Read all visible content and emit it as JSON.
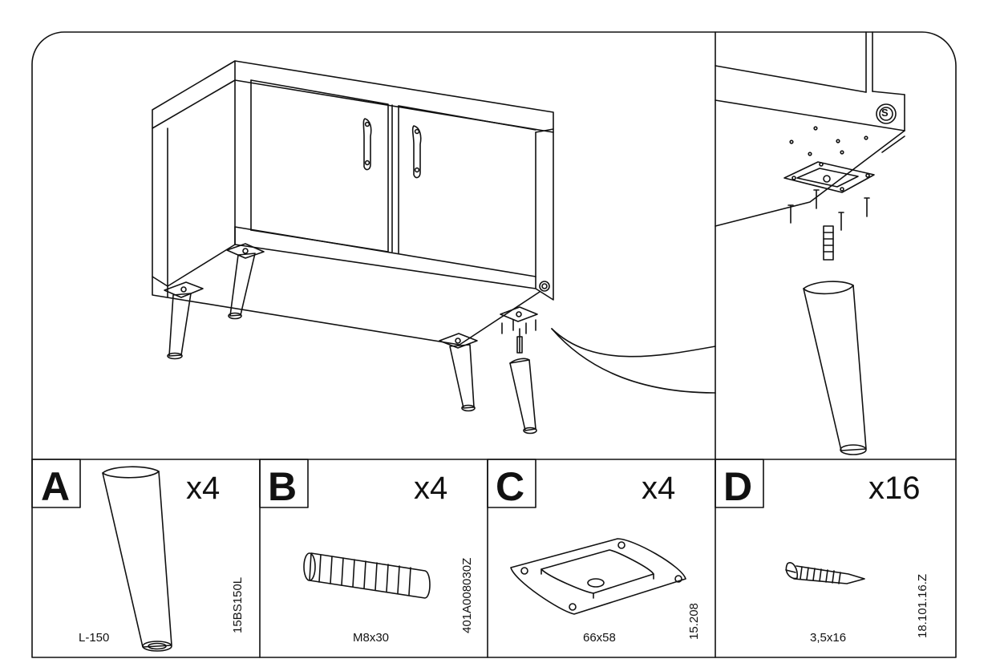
{
  "parts": [
    {
      "letter": "A",
      "qty": "x4",
      "size": "L-150",
      "code": "15BS150L",
      "item": "tapered-leg"
    },
    {
      "letter": "B",
      "qty": "x4",
      "size": "M8x30",
      "code": "401A008030Z",
      "item": "threaded-bolt"
    },
    {
      "letter": "C",
      "qty": "x4",
      "size": "66x58",
      "code": "15.208",
      "item": "mounting-plate"
    },
    {
      "letter": "D",
      "qty": "x16",
      "size": "3,5x16",
      "code": "18.101.16.Z",
      "item": "wood-screw"
    }
  ],
  "detail_logo_letter": "S"
}
